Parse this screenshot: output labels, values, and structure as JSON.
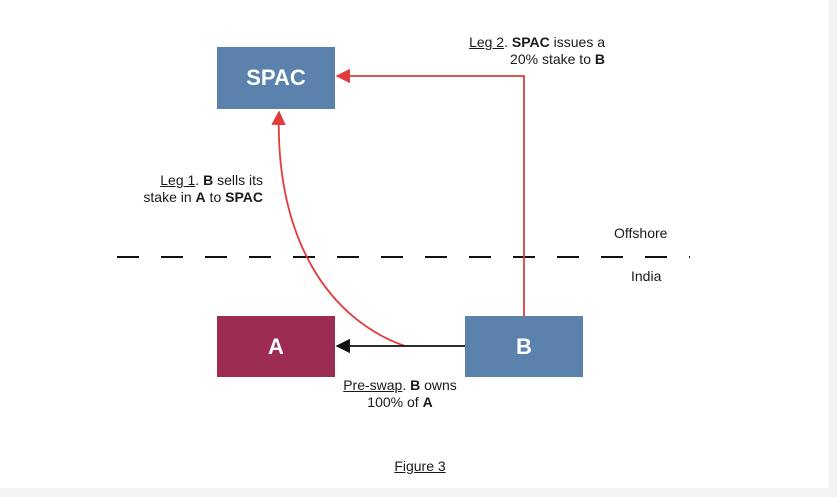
{
  "boxes": {
    "spac": "SPAC",
    "a": "A",
    "b": "B"
  },
  "leg2": {
    "title": "Leg 2",
    "sep": ". ",
    "who": "SPAC",
    "text1": " issues a",
    "text2": "20% stake to ",
    "to": "B"
  },
  "leg1": {
    "title": "Leg 1",
    "sep": ". ",
    "who": "B",
    "text1": " sells its",
    "text2": "stake in ",
    "a": "A",
    "to_word": " to ",
    "spac": "SPAC"
  },
  "preswap": {
    "title": "Pre-swap",
    "sep": ". ",
    "who": "B",
    "text1": " owns",
    "text2": "100% of ",
    "a": "A"
  },
  "regions": {
    "offshore": "Offshore",
    "india": "India"
  },
  "figure": "Figure 3",
  "colors": {
    "spac_box": "#5b82ad",
    "b_box": "#5b82ad",
    "a_box": "#9c2c54",
    "arrow_red": "#e03c3c",
    "arrow_black": "#111111"
  }
}
